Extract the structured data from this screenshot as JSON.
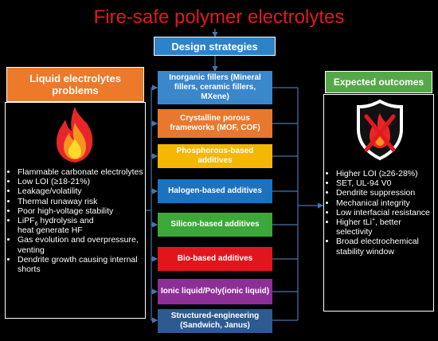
{
  "title": "Fire-safe polymer electrolytes",
  "design_strategies": {
    "label": "Design strategies",
    "items": [
      {
        "label": "Inorganic fillers (Mineral fillers, ceramic fillers, MXene)",
        "color": "#3a87cc"
      },
      {
        "label": "Crystalline porous frameworks (MOF, COF)",
        "color": "#e8782e"
      },
      {
        "label": "Phosphorous-based additives",
        "color": "#f4b702"
      },
      {
        "label": "Halogen-based additives",
        "color": "#1c72bf"
      },
      {
        "label": "Silicon-based additives",
        "color": "#3da83a"
      },
      {
        "label": "Bio-based additives",
        "color": "#e1161d"
      },
      {
        "label": "Ionic liquid/Poly(ionic liquid)",
        "color": "#8e2f98"
      },
      {
        "label": "Structured-engineering (Sandwich, Janus)",
        "color": "#2d5a8f"
      }
    ]
  },
  "left_panel": {
    "header": "Liquid electrolytes problems",
    "header_color": "#ec7a2a",
    "icon": "fire-icon",
    "items": [
      "Flammable carbonate electrolytes",
      "Low LOI (≥18-21%)",
      "Leakage/volatility",
      "Thermal runaway risk",
      "Poor high-voltage stability",
      "heat generate HF",
      "Gas evolution and overpressure, venting",
      "Dendrite growth causing internal shorts"
    ],
    "lipf6": {
      "prefix": "LiPF",
      "sub": "6",
      "suffix": " hydrolysis and"
    }
  },
  "right_panel": {
    "header": "Expected outcomes",
    "header_color": "#55a848",
    "icon": "no-fire-shield-icon",
    "items": [
      "Higher LOI (≥26-28%)",
      "SET, UL-94 V0",
      "Dendrite suppression",
      "Mechanical integrity",
      "Low interfacial resistance",
      "Broad electrochemical stability window"
    ],
    "tli": {
      "prefix": "Higher tLi",
      "sup": "+",
      "suffix": ", better selectivity"
    }
  }
}
